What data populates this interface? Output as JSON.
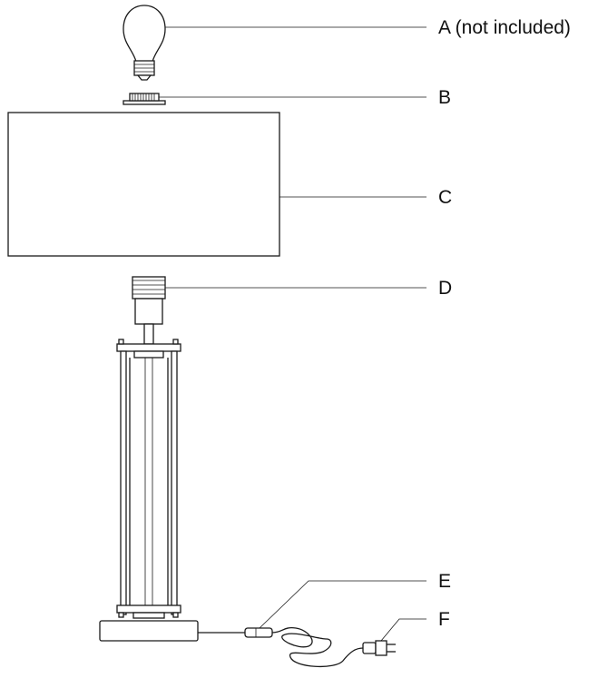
{
  "labels": {
    "a": "A (not included)",
    "b": "B",
    "c": "C",
    "d": "D",
    "e": "E",
    "f": "F"
  },
  "colors": {
    "line": "#1a1a1a",
    "background": "#ffffff"
  }
}
